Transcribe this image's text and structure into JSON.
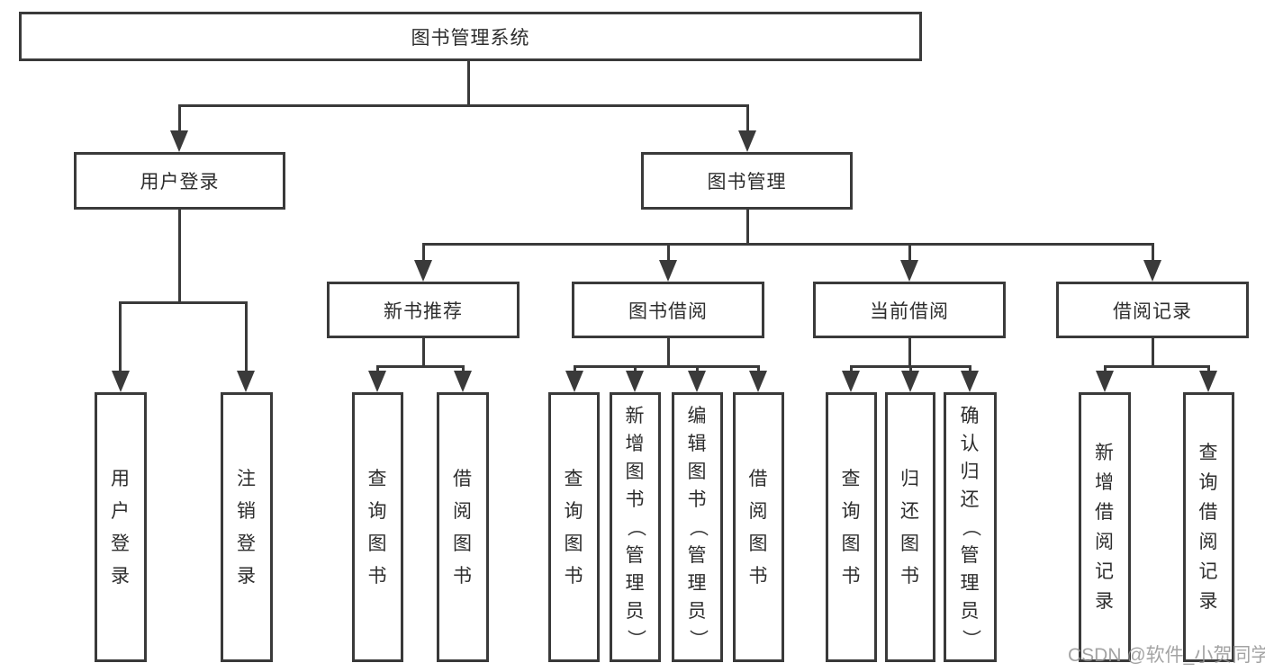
{
  "diagram": {
    "root": {
      "label": "图书管理系统"
    },
    "user_login": {
      "label": "用户登录"
    },
    "book_mgmt": {
      "label": "图书管理"
    },
    "new_books": {
      "label": "新书推荐"
    },
    "book_borrow": {
      "label": "图书借阅"
    },
    "current_borrow": {
      "label": "当前借阅"
    },
    "borrow_records": {
      "label": "借阅记录"
    },
    "leaves": {
      "login": "用户登录",
      "logout": "注销登录",
      "nb_query": "查询图书",
      "nb_borrow": "借阅图书",
      "bb_query": "查询图书",
      "bb_add": "新增图书（管理员）",
      "bb_edit": "编辑图书（管理员）",
      "bb_borrow": "借阅图书",
      "cb_query": "查询图书",
      "cb_return": "归还图书",
      "cb_confirm": "确认归还（管理员）",
      "br_add": "新增借阅记录",
      "br_query": "查询借阅记录"
    }
  },
  "watermark": {
    "text": "CSDN @软件_小贺同学"
  },
  "colors": {
    "line": "#3a3a3a",
    "text": "#2d2d2d",
    "watermark": "#949494"
  }
}
